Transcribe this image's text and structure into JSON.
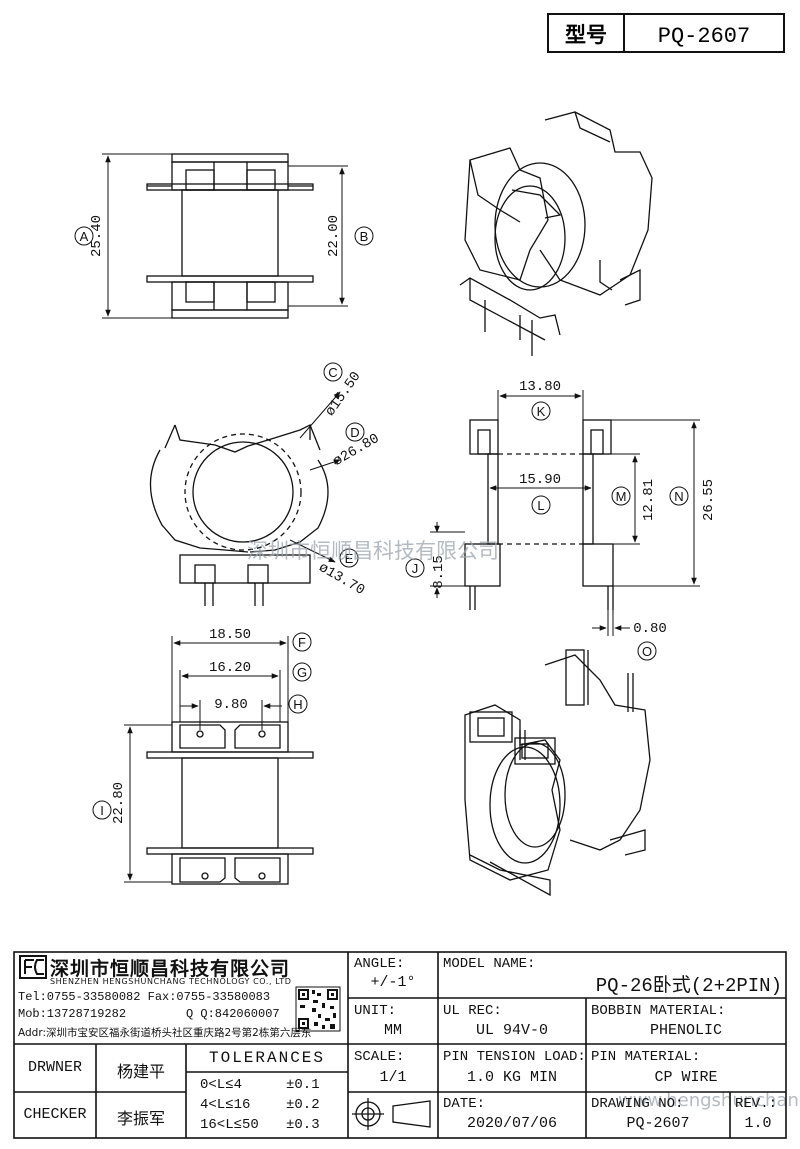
{
  "header": {
    "model_label": "型号",
    "model_value": "PQ-2607"
  },
  "watermark": "深圳市恒顺昌科技有限公司",
  "watermark_url": "www.hengshunchang.com",
  "dimensions": {
    "a": {
      "letter": "A",
      "value": "25.40"
    },
    "b": {
      "letter": "B",
      "value": "22.00"
    },
    "c": {
      "letter": "C",
      "value": "ø15.50"
    },
    "d": {
      "letter": "D",
      "value": "ø26.80"
    },
    "e": {
      "letter": "E",
      "value": "ø13.70"
    },
    "f": {
      "letter": "F",
      "value": "18.50"
    },
    "g": {
      "letter": "G",
      "value": "16.20"
    },
    "h": {
      "letter": "H",
      "value": "9.80"
    },
    "i": {
      "letter": "I",
      "value": "22.80"
    },
    "j": {
      "letter": "J",
      "value": "8.15"
    },
    "k": {
      "letter": "K",
      "value": "13.80"
    },
    "l": {
      "letter": "L",
      "value": "15.90"
    },
    "m": {
      "letter": "M",
      "value": "12.81"
    },
    "n": {
      "letter": "N",
      "value": "26.55"
    },
    "o": {
      "letter": "O",
      "value": "0.80"
    }
  },
  "company": {
    "name_cn": "深圳市恒顺昌科技有限公司",
    "name_en": "SHENZHEN HENGSHUNCHANG TECHNOLOGY CO., LTD",
    "tel": "Tel:0755-33580082 Fax:0755-33580083",
    "mob": "Mob:13728719282",
    "qq": "Q Q:842060007",
    "addr": "Addr:深圳市宝安区福永街道桥头社区重庆路2号第2栋第六层东"
  },
  "title_block": {
    "angle_label": "ANGLE:",
    "angle_value": "+/-1°",
    "unit_label": "UNIT:",
    "unit_value": "MM",
    "scale_label": "SCALE:",
    "scale_value": "1/1",
    "model_name_label": "MODEL NAME:",
    "model_name_value": "PQ-26卧式(2+2PIN)",
    "ul_rec_label": "UL REC:",
    "ul_rec_value": "UL 94V-0",
    "bobbin_material_label": "BOBBIN MATERIAL:",
    "bobbin_material_value": "PHENOLIC",
    "pin_tension_label": "PIN TENSION LOAD:",
    "pin_tension_value": "1.0 KG MIN",
    "pin_material_label": "PIN MATERIAL:",
    "pin_material_value": "CP WIRE",
    "date_label": "DATE:",
    "date_value": "2020/07/06",
    "drawing_no_label": "DRAWING NO:",
    "drawing_no_value": "PQ-2607",
    "rev_label": "REV.:",
    "rev_value": "1.0",
    "drwner_label": "DRWNER",
    "drwner_value": "杨建平",
    "checker_label": "CHECKER",
    "checker_value": "李振军",
    "tolerances_label": "TOLERANCES",
    "tol_1_range": "0<L≤4",
    "tol_1_value": "±0.1",
    "tol_2_range": "4<L≤16",
    "tol_2_value": "±0.2",
    "tol_3_range": "16<L≤50",
    "tol_3_value": "±0.3"
  }
}
